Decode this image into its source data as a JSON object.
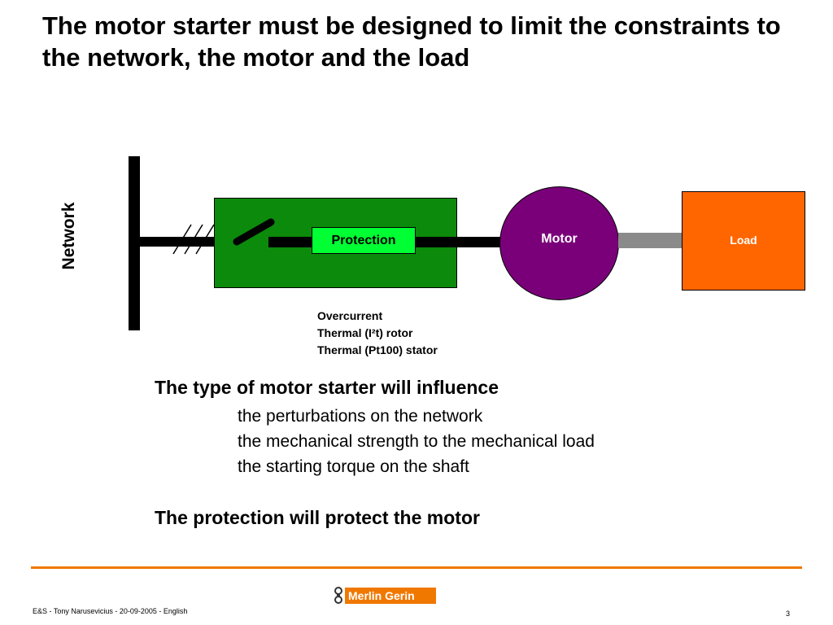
{
  "slide": {
    "title": "The motor starter must be designed to limit the constraints to the network, the motor and the load"
  },
  "diagram": {
    "network_label": "Network",
    "protection_label": "Protection",
    "motor_label": "Motor",
    "load_label": "Load",
    "protection_types": [
      "Overcurrent",
      "Thermal (I²t) rotor",
      "Thermal (Pt100) stator"
    ],
    "colors": {
      "starter_box": "#0b8a0b",
      "protection_box": "#00ff33",
      "motor": "#7a007a",
      "load": "#ff6600",
      "shaft": "#8a8a8a"
    }
  },
  "body": {
    "heading1": "The type of motor starter will influence",
    "influences": [
      "the perturbations on the network",
      "the mechanical strength to the mechanical load",
      "the starting torque on the shaft"
    ],
    "heading2": "The protection will protect the motor"
  },
  "footer": {
    "credit": "E&S - Tony Narusevicius - 20-09-2005 - English",
    "page_number": "3",
    "logo_text": "Merlin Gerin",
    "accent_color": "#f07800"
  }
}
